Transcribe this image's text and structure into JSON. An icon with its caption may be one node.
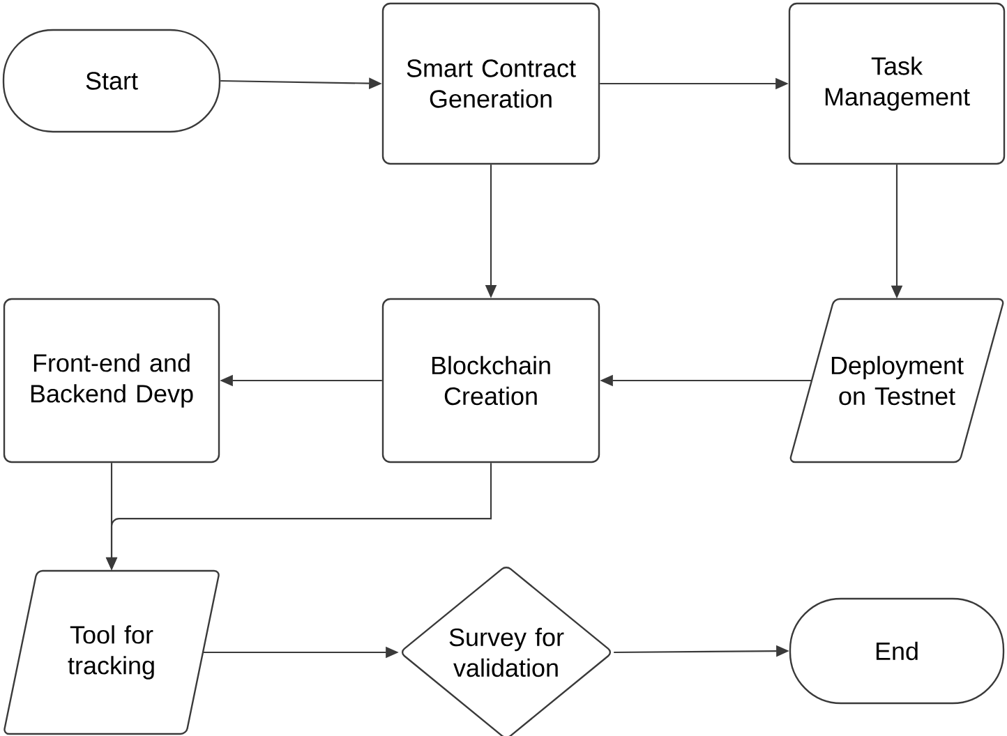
{
  "diagram": {
    "nodes": [
      {
        "text": [
          "Start"
        ]
      },
      {
        "text": [
          "Smart Contract Generation"
        ]
      },
      {
        "text": [
          "Task Management"
        ]
      },
      {
        "text": [
          "Front-end and Backend Devp"
        ]
      },
      {
        "text": [
          "Blockchain Creation"
        ]
      },
      {
        "text": [
          "Deployment on Testnet"
        ]
      },
      {
        "text": [
          "Tool for tracking"
        ]
      },
      {
        "text": [
          "Survey for validation"
        ]
      },
      {
        "text": [
          "End"
        ]
      }
    ],
    "edges": [
      {
        "from": 0,
        "to": 1,
        "arrow": "to"
      },
      {
        "from": 1,
        "to": 2,
        "arrow": "to"
      },
      {
        "from": 1,
        "to": 4,
        "arrow": "to"
      },
      {
        "from": 2,
        "to": 5,
        "arrow": "to"
      },
      {
        "from": 5,
        "to": 4,
        "arrow": "to"
      },
      {
        "from": 4,
        "to": 3,
        "arrow": "to"
      },
      {
        "from": 3,
        "to": 6,
        "arrow": "to"
      },
      {
        "from": 4,
        "to": 6,
        "arrow": "to"
      },
      {
        "from": 6,
        "to": 7,
        "arrow": "to"
      },
      {
        "from": 7,
        "to": 8,
        "arrow": "to"
      }
    ]
  }
}
